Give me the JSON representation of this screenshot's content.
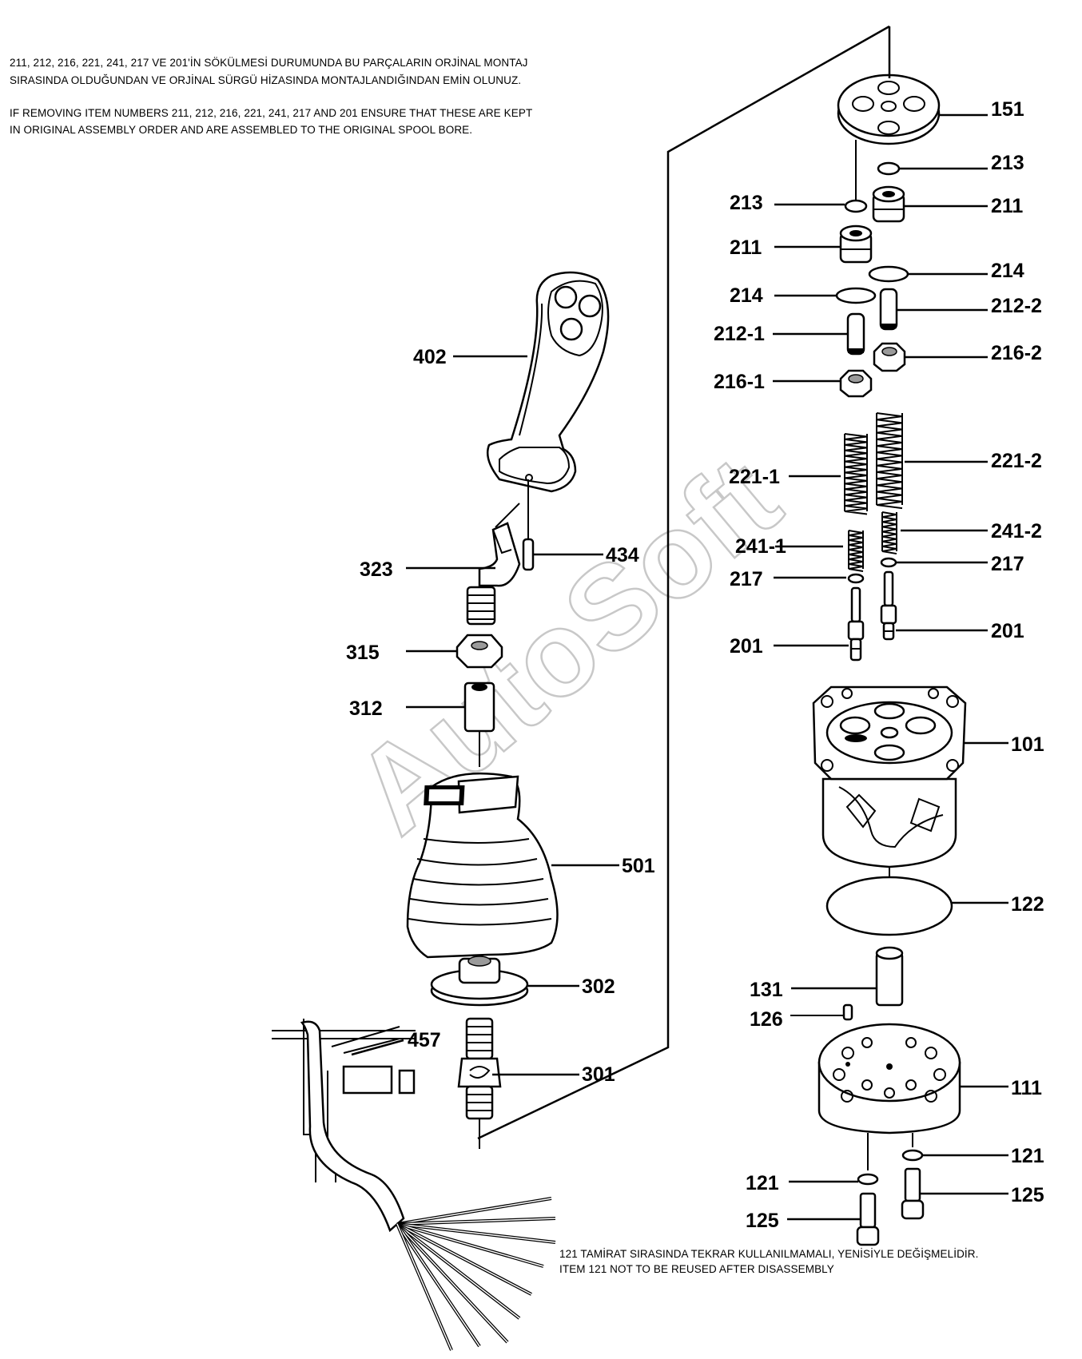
{
  "notes": {
    "top_tr_1": "211, 212, 216, 221, 241, 217 VE 201'İN SÖKÜLMESİ DURUMUNDA BU PARÇALARIN ORJİNAL MONTAJ",
    "top_tr_2": "SIRASINDA OLDUĞUNDAN VE ORJİNAL SÜRGÜ HİZASINDA MONTAJLANDIĞINDAN EMİN OLUNUZ.",
    "top_en_1": "IF REMOVING ITEM NUMBERS 211, 212, 216, 221, 241, 217 AND 201 ENSURE THAT THESE ARE KEPT",
    "top_en_2": "IN ORIGINAL ASSEMBLY ORDER AND ARE ASSEMBLED TO THE ORIGINAL SPOOL BORE.",
    "bottom_tr": "121 TAMİRAT SIRASINDA TEKRAR KULLANILMAMALI, YENİSİYLE DEĞİŞMELİDİR.",
    "bottom_en": "ITEM 121 NOT TO BE REUSED AFTER DISASSEMBLY"
  },
  "watermark": "AutoSoft",
  "labels": {
    "l151": "151",
    "l213a": "213",
    "l213b": "213",
    "l211a": "211",
    "l211b": "211",
    "l214a": "214",
    "l214b": "214",
    "l212_2": "212-2",
    "l212_1": "212-1",
    "l216_2": "216-2",
    "l216_1": "216-1",
    "l221_1": "221-1",
    "l221_2": "221-2",
    "l241_1": "241-1",
    "l241_2": "241-2",
    "l217a": "217",
    "l217b": "217",
    "l201a": "201",
    "l201b": "201",
    "l101": "101",
    "l122": "122",
    "l131": "131",
    "l126": "126",
    "l111": "111",
    "l121a": "121",
    "l121b": "121",
    "l125a": "125",
    "l125b": "125",
    "l402": "402",
    "l434": "434",
    "l323": "323",
    "l315": "315",
    "l312": "312",
    "l501": "501",
    "l302": "302",
    "l457": "457",
    "l301": "301"
  }
}
